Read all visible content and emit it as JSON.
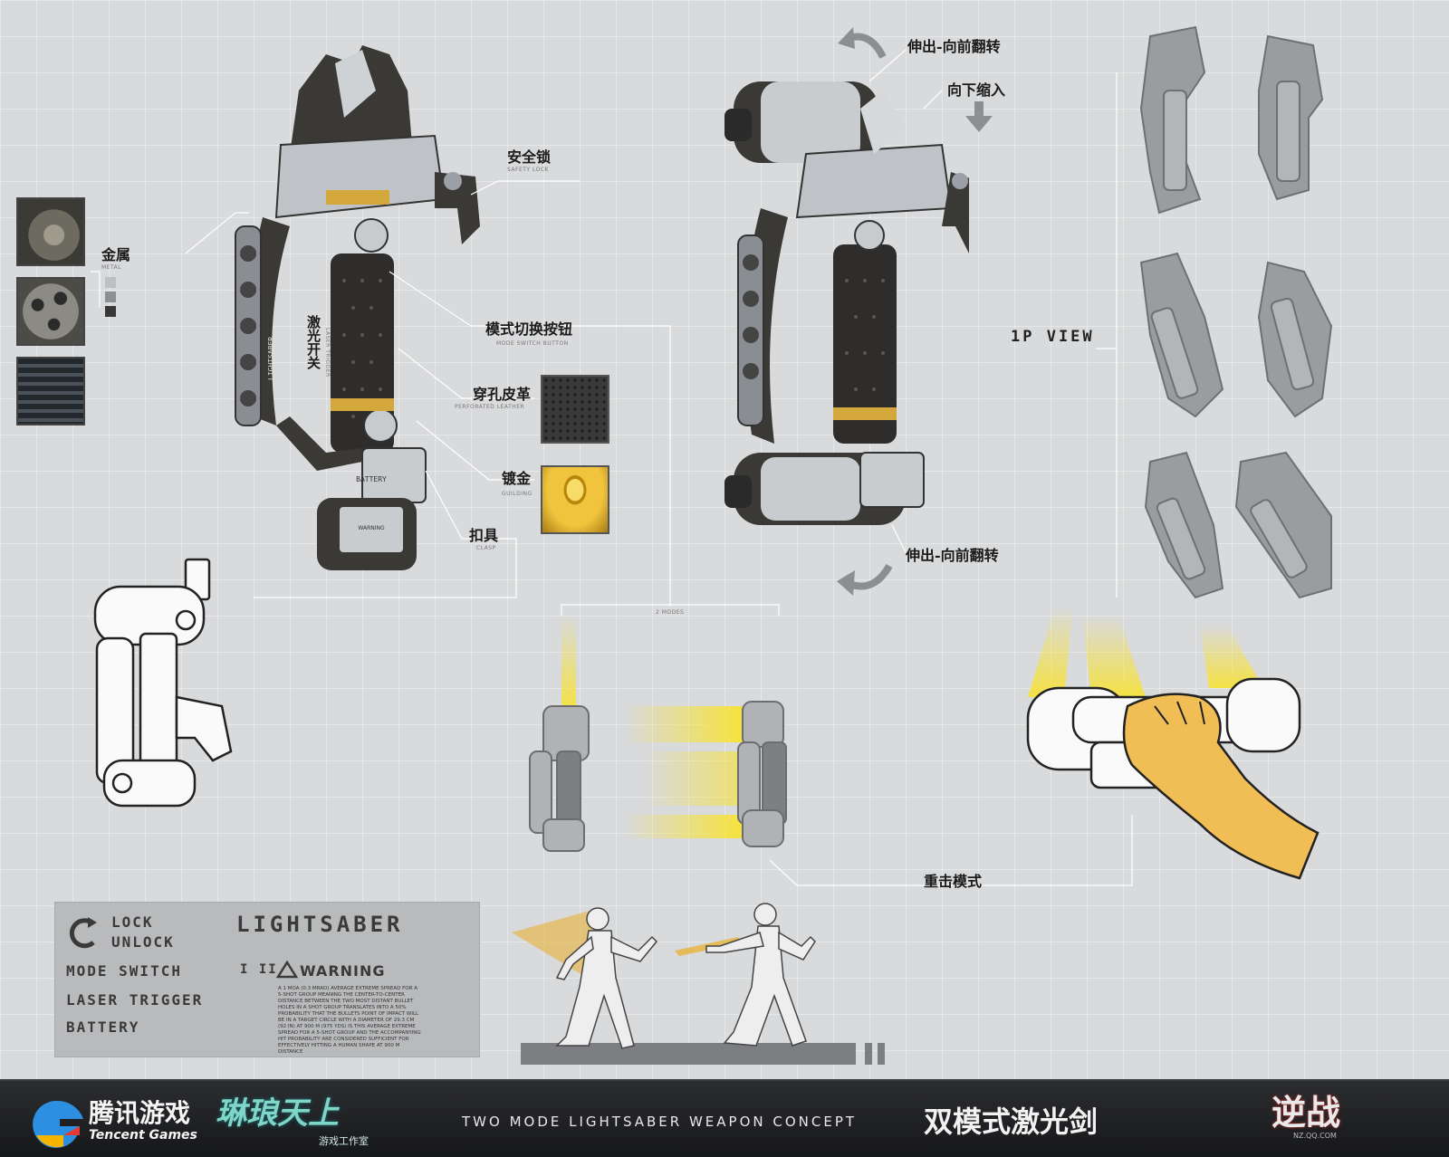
{
  "callouts": {
    "safety_lock": {
      "cn": "安全锁",
      "en": "SAFETY LOCK"
    },
    "metal": {
      "cn": "金属",
      "en": "METAL"
    },
    "laser_trigger": {
      "cn": "激光开关",
      "en": "LASER TRIGGER"
    },
    "mode_switch_button": {
      "cn": "模式切换按钮",
      "en": "MODE SWITCH BUTTON"
    },
    "perforated_leather": {
      "cn": "穿孔皮革",
      "en": "PERFORATED LEATHER"
    },
    "gilding": {
      "cn": "镀金",
      "en": "GUILDING"
    },
    "clasp": {
      "cn": "扣具",
      "en": "CLASP"
    },
    "extend_flip_top": {
      "cn": "伸出-向前翻转"
    },
    "retract_down": {
      "cn": "向下缩入"
    },
    "extend_flip_bottom": {
      "cn": "伸出-向前翻转"
    },
    "two_modes": {
      "en": "2 MODES"
    },
    "heavy_strike_mode": {
      "cn": "重击模式"
    }
  },
  "weapon_markings": {
    "grip_text": "LIGHTSABER",
    "battery_text": "BATTERY",
    "warning_text": "WARNING"
  },
  "view_label": "1P VIEW",
  "spec_panel": {
    "lock": "LOCK",
    "unlock": "UNLOCK",
    "product": "LIGHTSABER",
    "mode_switch": "MODE SWITCH",
    "mode_marks": "I II",
    "laser_trigger": "LASER TRIGGER",
    "battery": "BATTERY",
    "warning": "WARNING",
    "fine_print": "A 1 MOA (0.3 MRAD) AVERAGE EXTREME SPREAD FOR A 5-SHOT GROUP MEANING THE CENTER-TO-CENTER DISTANCE BETWEEN THE TWO MOST DISTANT BULLET HOLES IN A SHOT GROUP TRANSLATES INTO A 50% PROBABILITY THAT THE BULLETS POINT OF IMPACT WILL BE IN A TARGET CIRCLE WITH A DIAMETER OF 29.3 CM (92 IN) AT 900 M (975 YDS) IS THIS AVERAGE EXTREME SPREAD FOR A 5-SHOT GROUP AND THE ACCOMPANYING HIT PROBABILITY ARE CONSIDERED SUFFICIENT FOR EFFECTIVELY HITTING A HUMAN SHAPE AT 900 M DISTANCE"
  },
  "footer": {
    "brand_cn": "腾讯游戏",
    "brand_en": "Tencent Games",
    "studio_logo": "琳琅天上",
    "studio_sub": "游戏工作室",
    "concept_en": "TWO MODE LIGHTSABER WEAPON CONCEPT",
    "title_cn": "双模式激光剑",
    "game_logo": "逆战",
    "game_url": "NZ.QQ.COM"
  },
  "colors": {
    "background": "#d9dadc",
    "gold": "#d9a92b",
    "beam": "#f6e23c",
    "dark_metal": "#3b3936",
    "silver": "#c9cccf",
    "hand": "#f1bd55"
  }
}
